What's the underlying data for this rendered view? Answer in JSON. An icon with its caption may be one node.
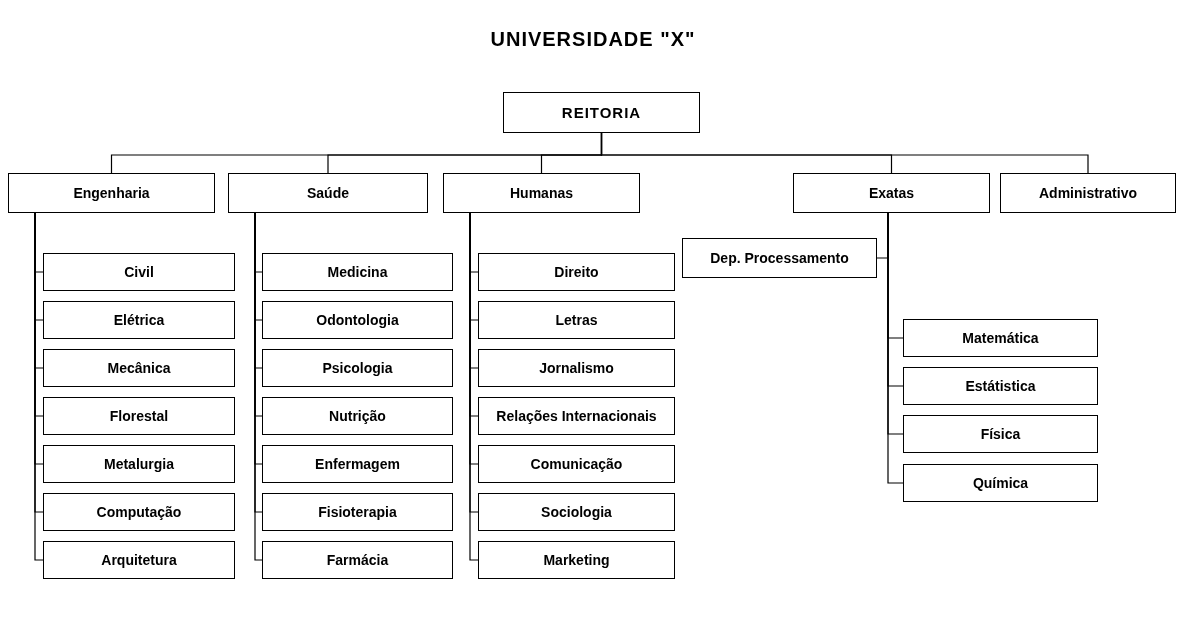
{
  "diagram": {
    "title": "UNIVERSIDADE \"X\"",
    "nodes": [
      {
        "text": [
          "REITORIA"
        ]
      },
      {
        "text": [
          "Engenharia"
        ]
      },
      {
        "text": [
          "Saúde"
        ]
      },
      {
        "text": [
          "Humanas"
        ]
      },
      {
        "text": [
          "Exatas"
        ]
      },
      {
        "text": [
          "Administrativo"
        ]
      },
      {
        "text": [
          "Civil"
        ]
      },
      {
        "text": [
          "Elétrica"
        ]
      },
      {
        "text": [
          "Mecânica"
        ]
      },
      {
        "text": [
          "Florestal"
        ]
      },
      {
        "text": [
          "Metalurgia"
        ]
      },
      {
        "text": [
          "Computação"
        ]
      },
      {
        "text": [
          "Arquitetura"
        ]
      },
      {
        "text": [
          "Medicina"
        ]
      },
      {
        "text": [
          "Odontologia"
        ]
      },
      {
        "text": [
          "Psicologia"
        ]
      },
      {
        "text": [
          "Nutrição"
        ]
      },
      {
        "text": [
          "Enfermagem"
        ]
      },
      {
        "text": [
          "Fisioterapia"
        ]
      },
      {
        "text": [
          "Farmácia"
        ]
      },
      {
        "text": [
          "Direito"
        ]
      },
      {
        "text": [
          "Letras"
        ]
      },
      {
        "text": [
          "Jornalismo"
        ]
      },
      {
        "text": [
          "Relações Internacionais"
        ]
      },
      {
        "text": [
          "Comunicação"
        ]
      },
      {
        "text": [
          "Sociologia"
        ]
      },
      {
        "text": [
          "Marketing"
        ]
      },
      {
        "text": [
          "Dep. Processamento"
        ]
      },
      {
        "text": [
          "Matemática"
        ]
      },
      {
        "text": [
          "Estátistica"
        ]
      },
      {
        "text": [
          "Física"
        ]
      },
      {
        "text": [
          "Química"
        ]
      }
    ],
    "edges": [
      {
        "from": 0,
        "to": 1,
        "arrow": "none"
      },
      {
        "from": 0,
        "to": 2,
        "arrow": "none"
      },
      {
        "from": 0,
        "to": 3,
        "arrow": "none"
      },
      {
        "from": 0,
        "to": 4,
        "arrow": "none"
      },
      {
        "from": 0,
        "to": 5,
        "arrow": "none"
      },
      {
        "from": 1,
        "to": 6,
        "arrow": "none"
      },
      {
        "from": 1,
        "to": 7,
        "arrow": "none"
      },
      {
        "from": 1,
        "to": 8,
        "arrow": "none"
      },
      {
        "from": 1,
        "to": 9,
        "arrow": "none"
      },
      {
        "from": 1,
        "to": 10,
        "arrow": "none"
      },
      {
        "from": 1,
        "to": 11,
        "arrow": "none"
      },
      {
        "from": 1,
        "to": 12,
        "arrow": "none"
      },
      {
        "from": 2,
        "to": 13,
        "arrow": "none"
      },
      {
        "from": 2,
        "to": 14,
        "arrow": "none"
      },
      {
        "from": 2,
        "to": 15,
        "arrow": "none"
      },
      {
        "from": 2,
        "to": 16,
        "arrow": "none"
      },
      {
        "from": 2,
        "to": 17,
        "arrow": "none"
      },
      {
        "from": 2,
        "to": 18,
        "arrow": "none"
      },
      {
        "from": 2,
        "to": 19,
        "arrow": "none"
      },
      {
        "from": 3,
        "to": 20,
        "arrow": "none"
      },
      {
        "from": 3,
        "to": 21,
        "arrow": "none"
      },
      {
        "from": 3,
        "to": 22,
        "arrow": "none"
      },
      {
        "from": 3,
        "to": 23,
        "arrow": "none"
      },
      {
        "from": 3,
        "to": 24,
        "arrow": "none"
      },
      {
        "from": 3,
        "to": 25,
        "arrow": "none"
      },
      {
        "from": 3,
        "to": 26,
        "arrow": "none"
      },
      {
        "from": 4,
        "to": 27,
        "arrow": "none"
      },
      {
        "from": 4,
        "to": 28,
        "arrow": "none"
      },
      {
        "from": 4,
        "to": 29,
        "arrow": "none"
      },
      {
        "from": 4,
        "to": 30,
        "arrow": "none"
      },
      {
        "from": 4,
        "to": 31,
        "arrow": "none"
      }
    ]
  }
}
